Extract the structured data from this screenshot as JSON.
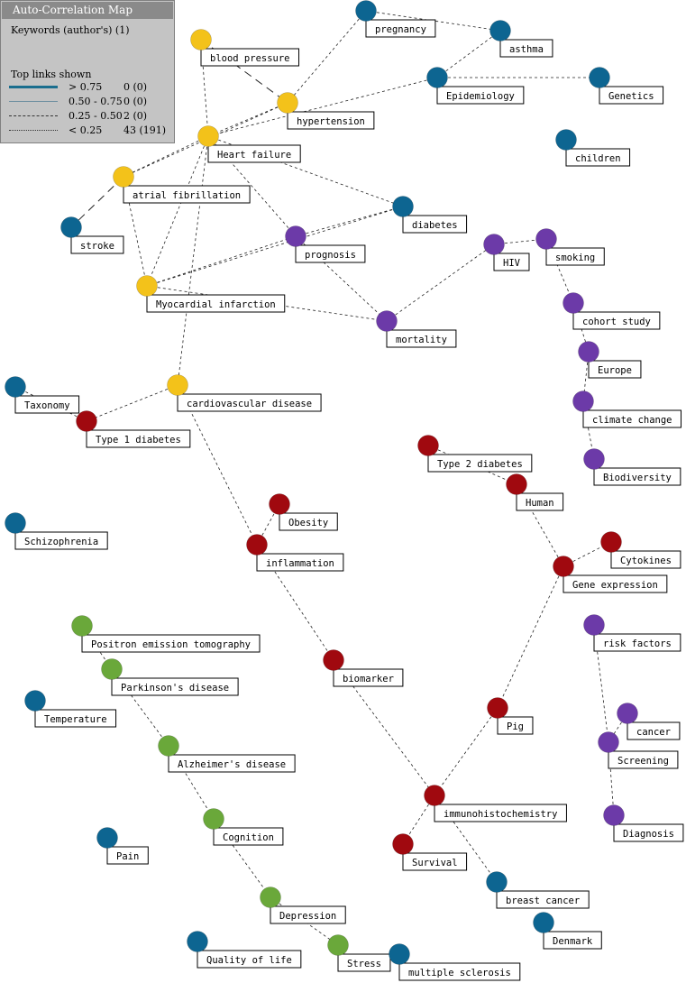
{
  "legend": {
    "title": "Auto-Correlation Map",
    "subtitle": "Keywords (author's) (1)",
    "links_title": "Top links shown",
    "rows": [
      {
        "range": "> 0.75",
        "count": "0 (0)"
      },
      {
        "range": "0.50 - 0.75",
        "count": "0 (0)"
      },
      {
        "range": "0.25 - 0.50",
        "count": "2 (0)"
      },
      {
        "range": "< 0.25",
        "count": "43 (191)"
      }
    ]
  },
  "colors": {
    "blue": "#0d6591",
    "yellow": "#f3c21a",
    "purple": "#6c3aa8",
    "red": "#a0090f",
    "green": "#6aa83a"
  },
  "nodes": [
    {
      "id": "pregnancy",
      "label": "pregnancy",
      "color": "blue"
    },
    {
      "id": "asthma",
      "label": "asthma",
      "color": "blue"
    },
    {
      "id": "epidemiology",
      "label": "Epidemiology",
      "color": "blue"
    },
    {
      "id": "genetics",
      "label": "Genetics",
      "color": "blue"
    },
    {
      "id": "children",
      "label": "children",
      "color": "blue"
    },
    {
      "id": "blood_pressure",
      "label": "blood pressure",
      "color": "yellow"
    },
    {
      "id": "hypertension",
      "label": "hypertension",
      "color": "yellow"
    },
    {
      "id": "heart_failure",
      "label": "Heart failure",
      "color": "yellow"
    },
    {
      "id": "atrial_fibrillation",
      "label": "atrial fibrillation",
      "color": "yellow"
    },
    {
      "id": "stroke",
      "label": "stroke",
      "color": "blue"
    },
    {
      "id": "diabetes",
      "label": "diabetes",
      "color": "blue"
    },
    {
      "id": "prognosis",
      "label": "prognosis",
      "color": "purple"
    },
    {
      "id": "hiv",
      "label": "HIV",
      "color": "purple"
    },
    {
      "id": "smoking",
      "label": "smoking",
      "color": "purple"
    },
    {
      "id": "myocardial_infarction",
      "label": "Myocardial infarction",
      "color": "yellow"
    },
    {
      "id": "mortality",
      "label": "mortality",
      "color": "purple"
    },
    {
      "id": "cohort_study",
      "label": "cohort study",
      "color": "purple"
    },
    {
      "id": "europe",
      "label": "Europe",
      "color": "purple"
    },
    {
      "id": "taxonomy",
      "label": "Taxonomy",
      "color": "blue"
    },
    {
      "id": "cardiovascular_disease",
      "label": "cardiovascular disease",
      "color": "yellow"
    },
    {
      "id": "type1_diabetes",
      "label": "Type 1 diabetes",
      "color": "red"
    },
    {
      "id": "climate_change",
      "label": "climate change",
      "color": "purple"
    },
    {
      "id": "type2_diabetes",
      "label": "Type 2 diabetes",
      "color": "red"
    },
    {
      "id": "biodiversity",
      "label": "Biodiversity",
      "color": "purple"
    },
    {
      "id": "human",
      "label": "Human",
      "color": "red"
    },
    {
      "id": "obesity",
      "label": "Obesity",
      "color": "red"
    },
    {
      "id": "schizophrenia",
      "label": "Schizophrenia",
      "color": "blue"
    },
    {
      "id": "inflammation",
      "label": "inflammation",
      "color": "red"
    },
    {
      "id": "cytokines",
      "label": "Cytokines",
      "color": "red"
    },
    {
      "id": "gene_expression",
      "label": "Gene expression",
      "color": "red"
    },
    {
      "id": "pet",
      "label": "Positron emission tomography",
      "color": "green"
    },
    {
      "id": "risk_factors",
      "label": "risk factors",
      "color": "purple"
    },
    {
      "id": "parkinsons",
      "label": "Parkinson's disease",
      "color": "green"
    },
    {
      "id": "biomarker",
      "label": "biomarker",
      "color": "red"
    },
    {
      "id": "temperature",
      "label": "Temperature",
      "color": "blue"
    },
    {
      "id": "pig",
      "label": "Pig",
      "color": "red"
    },
    {
      "id": "cancer",
      "label": "cancer",
      "color": "purple"
    },
    {
      "id": "screening",
      "label": "Screening",
      "color": "purple"
    },
    {
      "id": "alzheimers",
      "label": "Alzheimer's disease",
      "color": "green"
    },
    {
      "id": "immunohistochemistry",
      "label": "immunohistochemistry",
      "color": "red"
    },
    {
      "id": "diagnosis",
      "label": "Diagnosis",
      "color": "purple"
    },
    {
      "id": "cognition",
      "label": "Cognition",
      "color": "green"
    },
    {
      "id": "pain",
      "label": "Pain",
      "color": "blue"
    },
    {
      "id": "survival",
      "label": "Survival",
      "color": "red"
    },
    {
      "id": "breast_cancer",
      "label": "breast cancer",
      "color": "blue"
    },
    {
      "id": "depression",
      "label": "Depression",
      "color": "green"
    },
    {
      "id": "denmark",
      "label": "Denmark",
      "color": "blue"
    },
    {
      "id": "quality_of_life",
      "label": "Quality of life",
      "color": "blue"
    },
    {
      "id": "stress",
      "label": "Stress",
      "color": "green"
    },
    {
      "id": "multiple_sclerosis",
      "label": "multiple sclerosis",
      "color": "blue"
    }
  ],
  "links": [
    [
      "pregnancy",
      "asthma"
    ],
    [
      "pregnancy",
      "hypertension"
    ],
    [
      "asthma",
      "epidemiology"
    ],
    [
      "epidemiology",
      "genetics"
    ],
    [
      "epidemiology",
      "heart_failure"
    ],
    [
      "blood_pressure",
      "hypertension"
    ],
    [
      "blood_pressure",
      "heart_failure"
    ],
    [
      "hypertension",
      "heart_failure"
    ],
    [
      "hypertension",
      "atrial_fibrillation"
    ],
    [
      "heart_failure",
      "atrial_fibrillation"
    ],
    [
      "heart_failure",
      "prognosis"
    ],
    [
      "heart_failure",
      "diabetes"
    ],
    [
      "heart_failure",
      "myocardial_infarction"
    ],
    [
      "heart_failure",
      "cardiovascular_disease"
    ],
    [
      "atrial_fibrillation",
      "stroke"
    ],
    [
      "atrial_fibrillation",
      "myocardial_infarction"
    ],
    [
      "prognosis",
      "diabetes"
    ],
    [
      "prognosis",
      "mortality"
    ],
    [
      "myocardial_infarction",
      "prognosis"
    ],
    [
      "myocardial_infarction",
      "diabetes"
    ],
    [
      "myocardial_infarction",
      "mortality"
    ],
    [
      "mortality",
      "hiv"
    ],
    [
      "hiv",
      "smoking"
    ],
    [
      "smoking",
      "cohort_study"
    ],
    [
      "cohort_study",
      "europe"
    ],
    [
      "europe",
      "climate_change"
    ],
    [
      "climate_change",
      "biodiversity"
    ],
    [
      "cardiovascular_disease",
      "type1_diabetes"
    ],
    [
      "type1_diabetes",
      "taxonomy"
    ],
    [
      "cardiovascular_disease",
      "inflammation"
    ],
    [
      "inflammation",
      "obesity"
    ],
    [
      "inflammation",
      "biomarker"
    ],
    [
      "biomarker",
      "immunohistochemistry"
    ],
    [
      "type2_diabetes",
      "human"
    ],
    [
      "human",
      "gene_expression"
    ],
    [
      "gene_expression",
      "cytokines"
    ],
    [
      "gene_expression",
      "pig"
    ],
    [
      "pig",
      "immunohistochemistry"
    ],
    [
      "immunohistochemistry",
      "survival"
    ],
    [
      "immunohistochemistry",
      "breast_cancer"
    ],
    [
      "pet",
      "parkinsons"
    ],
    [
      "parkinsons",
      "alzheimers"
    ],
    [
      "alzheimers",
      "cognition"
    ],
    [
      "cognition",
      "depression"
    ],
    [
      "depression",
      "stress"
    ],
    [
      "risk_factors",
      "screening"
    ],
    [
      "cancer",
      "screening"
    ],
    [
      "screening",
      "diagnosis"
    ]
  ],
  "dashed_links": [
    [
      "blood_pressure",
      "hypertension"
    ],
    [
      "atrial_fibrillation",
      "stroke"
    ]
  ]
}
